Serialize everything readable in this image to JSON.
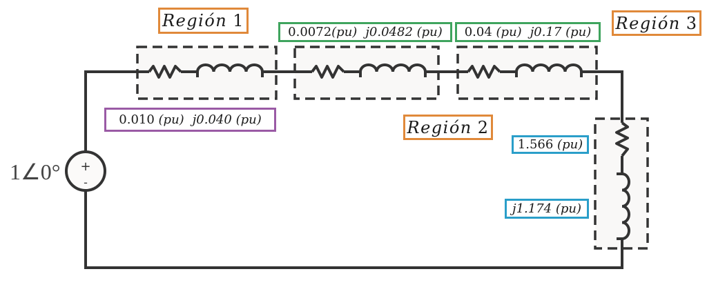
{
  "source": {
    "magnitude": "1",
    "angle_symbol": "∠",
    "angle": "0°",
    "plus": "+",
    "minus": "-"
  },
  "regions": [
    {
      "name": "Región",
      "number": "1"
    },
    {
      "name": "Región",
      "number": "2"
    },
    {
      "name": "Región",
      "number": "3"
    }
  ],
  "impedances": {
    "region1": {
      "r": "0.010",
      "x": "j0.040",
      "unit": "(pu)"
    },
    "region2": {
      "r": "0.0072",
      "x": "j0.0482",
      "unit": "(pu)"
    },
    "region3": {
      "r": "0.04",
      "x": "j0.17",
      "unit": "(pu)"
    },
    "load": {
      "r": "1.566",
      "x": "j1.174",
      "unit": "(pu)"
    }
  },
  "colors": {
    "region_border": "#e0893a",
    "line_border": "#3fa45e",
    "region1_border": "#9a5aa5",
    "load_border": "#2a9ec9",
    "wire": "#333333"
  }
}
